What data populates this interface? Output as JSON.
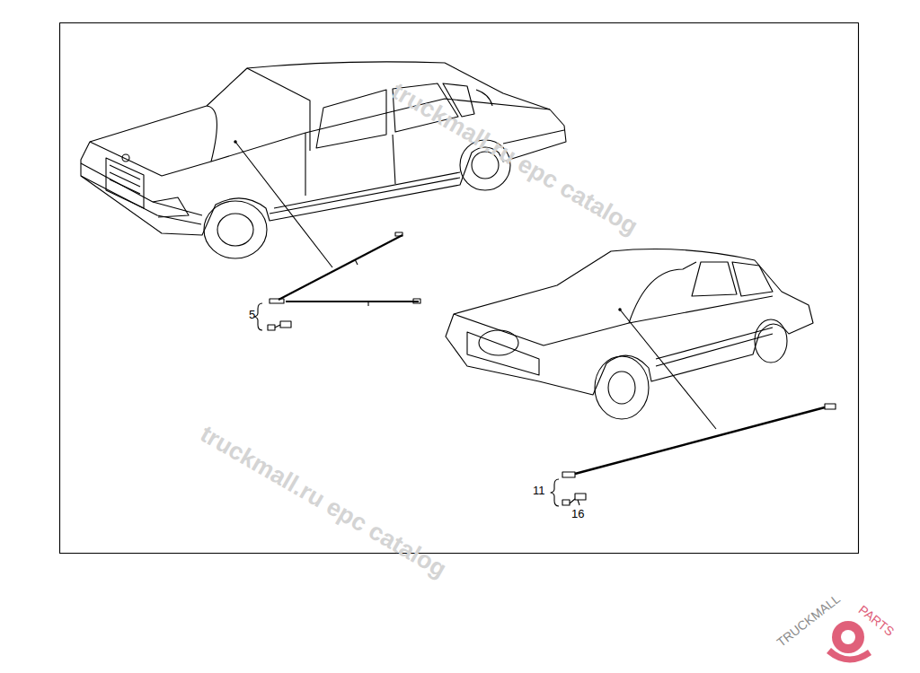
{
  "diagram": {
    "labels": [
      "5",
      "11",
      "16",
      "truckmall.ru epc catalog",
      "truckmall.ru epc catalog",
      "TRUCKMALL",
      "PARTS"
    ]
  }
}
